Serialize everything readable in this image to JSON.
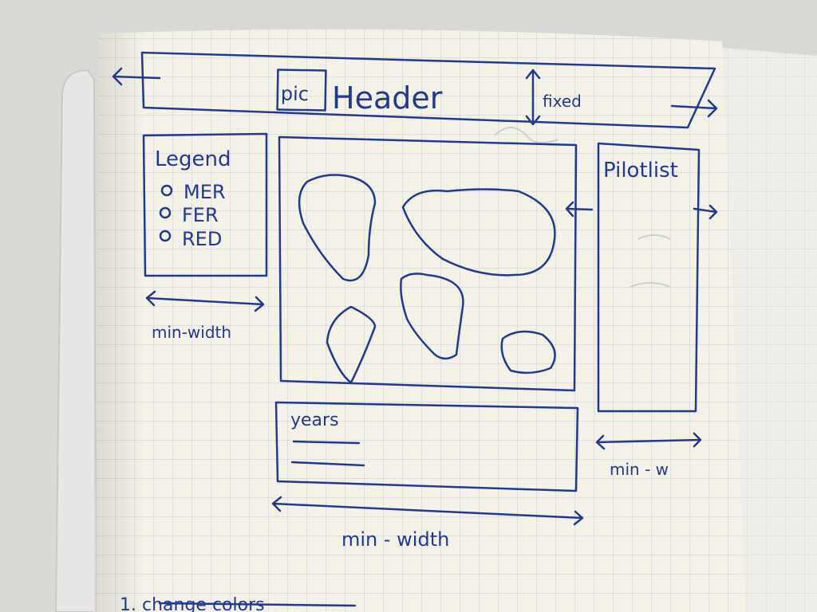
{
  "header": {
    "pic_label": "pic",
    "title": "Header",
    "fixed_label": "fixed"
  },
  "legend": {
    "title": "Legend",
    "items": [
      "MER",
      "FER",
      "RED"
    ],
    "width_note": "min-width"
  },
  "pilot_list": {
    "title": "Pilotlist",
    "width_note": "min - w"
  },
  "years": {
    "title": "years",
    "width_note": "min - width"
  },
  "footer_note": "1. change colors",
  "colors": {
    "ink": "#1f3a93",
    "paper": "#f4f1e7",
    "grid": "#c9cbcf",
    "background": "#d9dad6"
  }
}
